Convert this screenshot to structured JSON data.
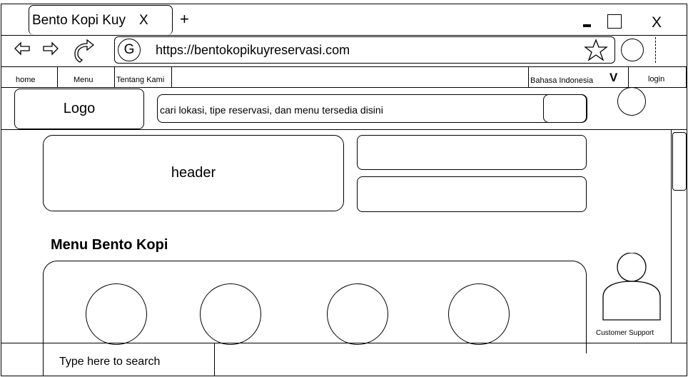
{
  "browser": {
    "tab": {
      "title": "Bento Kopi Kuy",
      "close": "X"
    },
    "new_tab": "+",
    "window": {
      "close": "X"
    },
    "profile_letter": "G",
    "url": "https://bentokopikuyreservasi.com"
  },
  "nav": {
    "home": "home",
    "menu": "Menu",
    "about": "Tentang Kami",
    "language": "Bahasa Indonesia",
    "language_toggle": "V",
    "login": "login"
  },
  "site_header": {
    "logo": "Logo",
    "search_placeholder": "cari lokasi, tipe reservasi, dan menu tersedia disini"
  },
  "content": {
    "header_label": "header",
    "menu_title": "Menu Bento Kopi",
    "support_label": "Customer Support"
  },
  "taskbar": {
    "search_placeholder": "Type here to search"
  }
}
